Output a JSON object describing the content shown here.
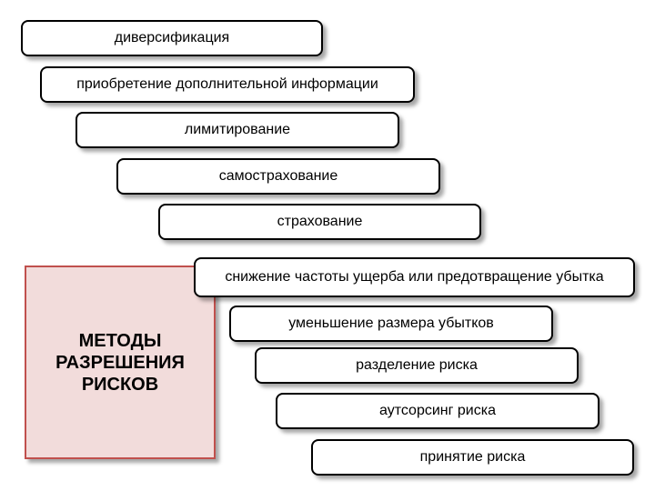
{
  "main": {
    "title": "МЕТОДЫ\nРАЗРЕШЕНИЯ\nРИСКОВ",
    "border_color": "#c0504d",
    "fill_color": "#f2dcdb"
  },
  "methods": [
    "диверсификация",
    "приобретение дополнительной информации",
    "лимитирование",
    "самострахование",
    "страхование",
    "снижение частоты ущерба или предотвращение убытка",
    "уменьшение размера убытков",
    "разделение риска",
    "аутсорсинг риска",
    "принятие риска"
  ]
}
